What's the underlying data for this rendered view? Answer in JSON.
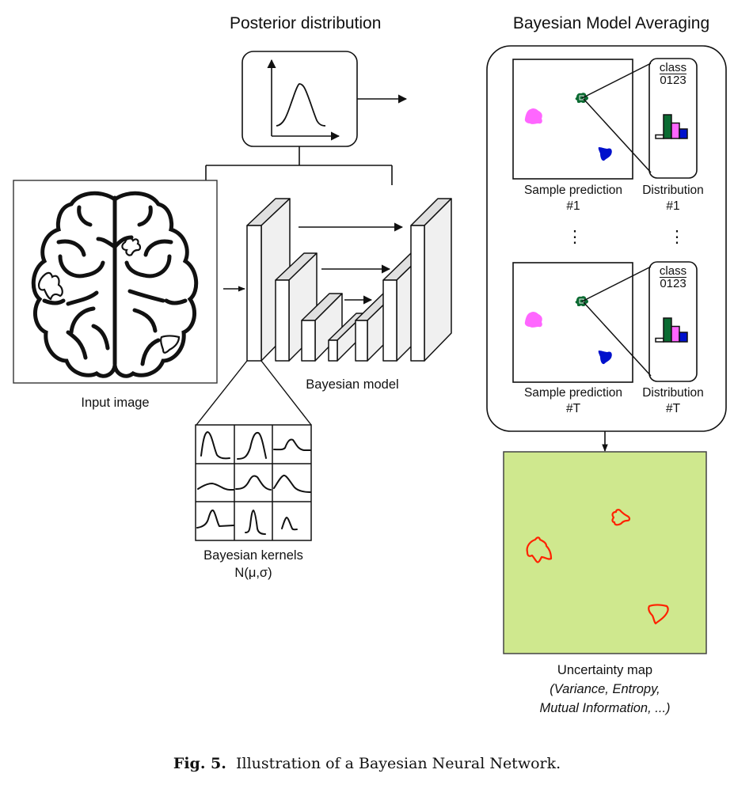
{
  "titles": {
    "posterior": "Posterior distribution",
    "bma": "Bayesian Model Averaging"
  },
  "labels": {
    "input_image": "Input image",
    "bayesian_model": "Bayesian model",
    "kernels_line1": "Bayesian kernels",
    "kernels_line2": "N(μ,σ)",
    "uncertainty_line1": "Uncertainty map",
    "uncertainty_line2": "(Variance, Entropy,",
    "uncertainty_line3": "Mutual Information,  ...)"
  },
  "samples": [
    {
      "prediction_label": "Sample prediction",
      "prediction_index": "#1",
      "distribution_label": "Distribution",
      "distribution_index": "#1",
      "class_header": "class",
      "class_ids": "0123",
      "histogram": [
        0.15,
        1.0,
        0.65,
        0.4
      ]
    },
    {
      "prediction_label": "Sample prediction",
      "prediction_index": "#T",
      "distribution_label": "Distribution",
      "distribution_index": "#T",
      "class_header": "class",
      "class_ids": "0123",
      "histogram": [
        0.15,
        1.0,
        0.65,
        0.4
      ]
    }
  ],
  "ellipsis": "⋮",
  "class_colors": [
    "#ffffff",
    "#0b6b32",
    "#ff66ff",
    "#0011cc"
  ],
  "uncertainty_bg": "#cfe88e",
  "uncertainty_outline": "#ff2200",
  "caption": {
    "fig": "Fig. 5.",
    "text": "Illustration of a Bayesian Neural Network."
  }
}
